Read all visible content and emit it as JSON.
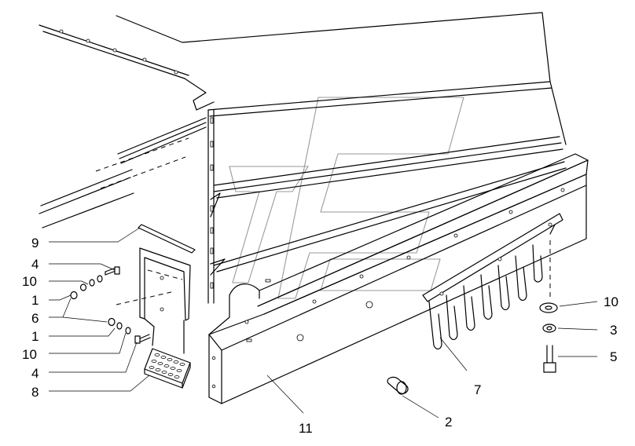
{
  "callouts": {
    "c1a": "1",
    "c1b": "1",
    "c2": "2",
    "c3": "3",
    "c4a": "4",
    "c4b": "4",
    "c5": "5",
    "c6": "6",
    "c7": "7",
    "c8": "8",
    "c9": "9",
    "c10a": "10",
    "c10b": "10",
    "c10c": "10",
    "c11": "11"
  }
}
